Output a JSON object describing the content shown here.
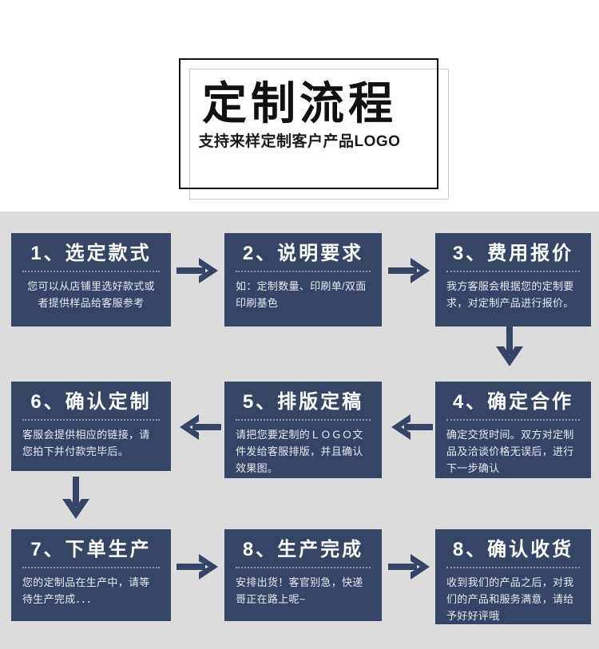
{
  "header": {
    "title": "定制流程",
    "subtitle": "支持来样定制客户产品LOGO"
  },
  "colors": {
    "card_bg": "#364465",
    "board_bg": "#dcdcdd",
    "arrow": "#364465",
    "title_text": "#ffffff",
    "body_text": "#e8eaf0",
    "separator": "#8e99b4"
  },
  "steps": [
    {
      "id": "step-1",
      "title": "1、选定款式",
      "body": "您可以从店铺里选好款式或者提供样品给客服参考",
      "align": "center"
    },
    {
      "id": "step-2",
      "title": "2、说明要求",
      "body": "如：定制数量、印刷单/双面印刷基色",
      "align": "left"
    },
    {
      "id": "step-3",
      "title": "3、费用报价",
      "body": "我方客服会根据您的定制要求，对定制产品进行报价。",
      "align": "left"
    },
    {
      "id": "step-4",
      "title": "4、确定合作",
      "body": "确定交货时间。双方对定制品及洽谈价格无误后，进行下一步确认",
      "align": "left"
    },
    {
      "id": "step-5",
      "title": "5、排版定稿",
      "body": "请把您要定制的ＬＯＧＯ文件发给客服排版，并且确认效果图。",
      "align": "left"
    },
    {
      "id": "step-6",
      "title": "6、确认定制",
      "body": "客服会提供相应的链接，请您拍下并付款完毕后。",
      "align": "left"
    },
    {
      "id": "step-7",
      "title": "7、下单生产",
      "body": "您的定制品在生产中，请等待生产完成．．．",
      "align": "left"
    },
    {
      "id": "step-8",
      "title": "8、生产完成",
      "body": "安排出货！客官别急，快递哥正在路上呢~",
      "align": "left"
    },
    {
      "id": "step-9",
      "title": "8、确认收货",
      "body": "收到我们的产品之后，对我们的产品和服务满意，请给予好好评哦",
      "align": "left"
    }
  ],
  "connectors": [
    {
      "id": "arrow-1-to-2",
      "direction": "right"
    },
    {
      "id": "arrow-2-to-3",
      "direction": "right"
    },
    {
      "id": "arrow-3-to-4",
      "direction": "down"
    },
    {
      "id": "arrow-4-to-5",
      "direction": "left"
    },
    {
      "id": "arrow-5-to-6",
      "direction": "left"
    },
    {
      "id": "arrow-6-to-7",
      "direction": "down"
    },
    {
      "id": "arrow-7-to-8",
      "direction": "right"
    },
    {
      "id": "arrow-8-to-9",
      "direction": "right"
    }
  ]
}
